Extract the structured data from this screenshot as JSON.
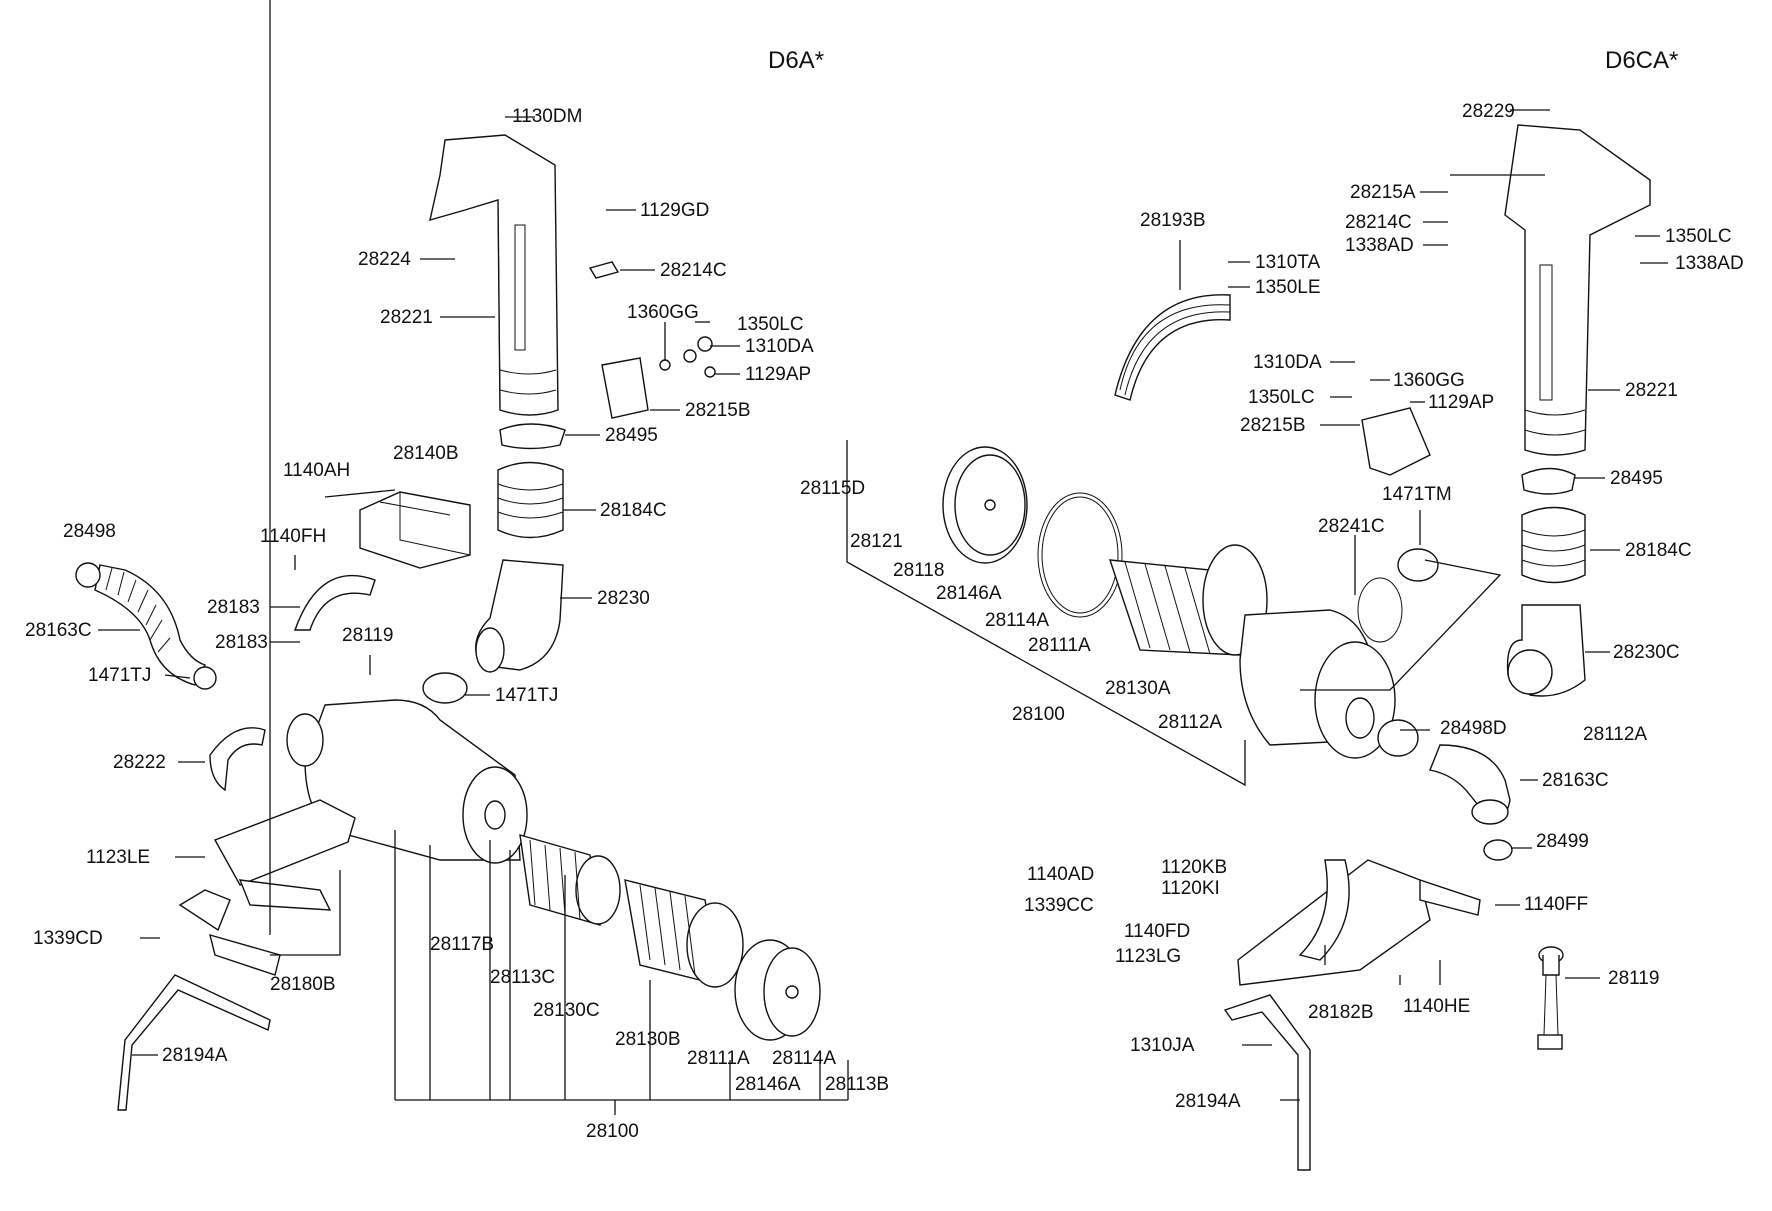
{
  "titles": {
    "left": "D6A*",
    "right": "D6CA*"
  },
  "left_labels": [
    "1130DM",
    "1129GD",
    "28224",
    "28214C",
    "28221",
    "1360GG",
    "1350LC",
    "1310DA",
    "1129AP",
    "28215B",
    "28495",
    "1140AH",
    "28140B",
    "28184C",
    "28498",
    "1140FH",
    "28183",
    "28230",
    "28163C",
    "28183",
    "28119",
    "1471TJ",
    "1471TJ",
    "28222",
    "1123LE",
    "1339CD",
    "28180B",
    "28117B",
    "28113C",
    "28130C",
    "28130B",
    "28111A",
    "28114A",
    "28146A",
    "28113B",
    "28100",
    "28194A"
  ],
  "right_labels": [
    "28229",
    "28215A",
    "28214C",
    "1338AD",
    "1350LC",
    "1338AD",
    "28193B",
    "1310TA",
    "1350LE",
    "1310DA",
    "1360GG",
    "1350LC",
    "1129AP",
    "28221",
    "28215B",
    "28495",
    "28115D",
    "1471TM",
    "28121",
    "28118",
    "28241C",
    "28184C",
    "28146A",
    "28114A",
    "28111A",
    "28230C",
    "28130A",
    "28100",
    "28112A",
    "28498D",
    "28112A",
    "28163C",
    "28499",
    "1140AD",
    "1120KB",
    "1120KI",
    "1339CC",
    "1140FF",
    "1140FD",
    "1123LG",
    "28119",
    "28182B",
    "1140HE",
    "1310JA",
    "28194A"
  ]
}
